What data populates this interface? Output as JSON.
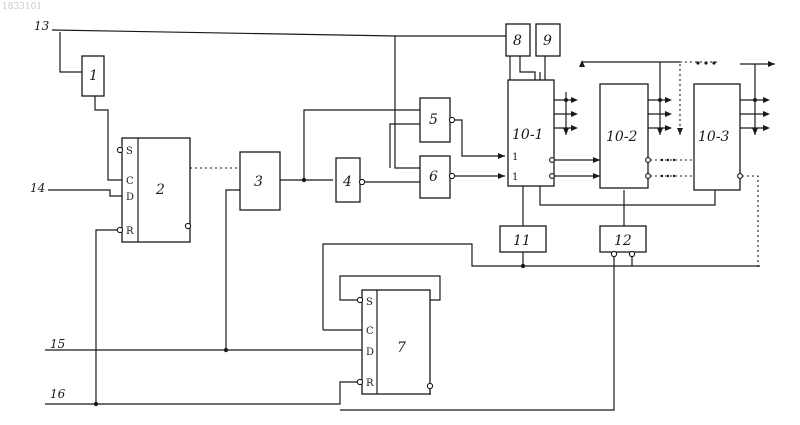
{
  "doc_number": "1833101",
  "blocks": {
    "b1": "1",
    "b2": "2",
    "b3": "3",
    "b4": "4",
    "b5": "5",
    "b6": "6",
    "b7": "7",
    "b8": "8",
    "b9": "9",
    "b10_1": "10-1",
    "b10_2": "10-2",
    "b10_3": "10-3",
    "b11": "11",
    "b12": "12"
  },
  "pins": {
    "s": "S",
    "c": "C",
    "d": "D",
    "r": "R",
    "one": "1"
  },
  "wires": {
    "w13": "13",
    "w14": "14",
    "w15": "15",
    "w16": "16"
  }
}
